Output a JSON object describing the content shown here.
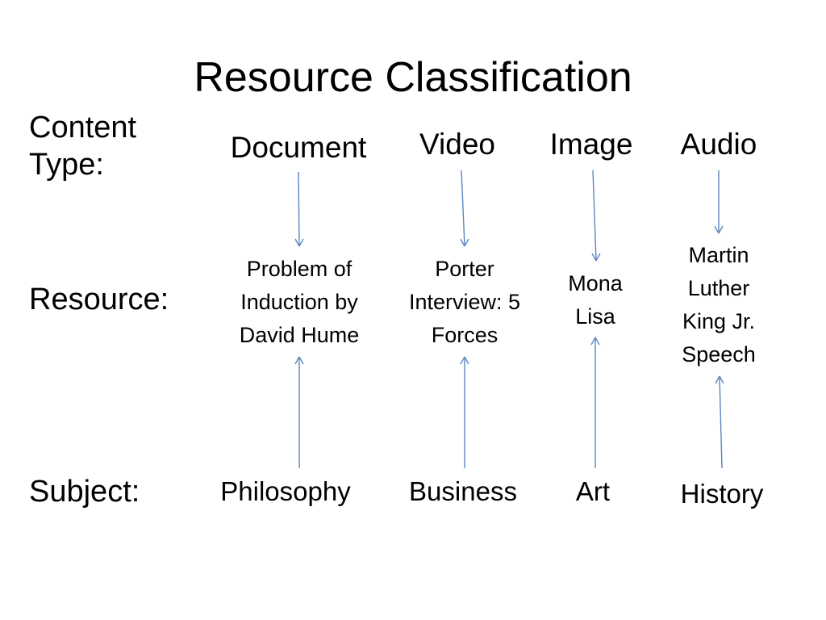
{
  "title": "Resource Classification",
  "row_labels": {
    "content_type": "Content Type:",
    "resource": "Resource:",
    "subject": "Subject:"
  },
  "columns": [
    {
      "content_type": "Document",
      "resource": "Problem of Induction by David Hume",
      "subject": "Philosophy"
    },
    {
      "content_type": "Video",
      "resource": "Porter Interview: 5 Forces",
      "subject": "Business"
    },
    {
      "content_type": "Image",
      "resource": "Mona Lisa",
      "subject": "Art"
    },
    {
      "content_type": "Audio",
      "resource": "Martin Luther King Jr. Speech",
      "subject": "History"
    }
  ],
  "colors": {
    "arrow": "#5b86c0",
    "text": "#000000",
    "background": "#ffffff"
  }
}
